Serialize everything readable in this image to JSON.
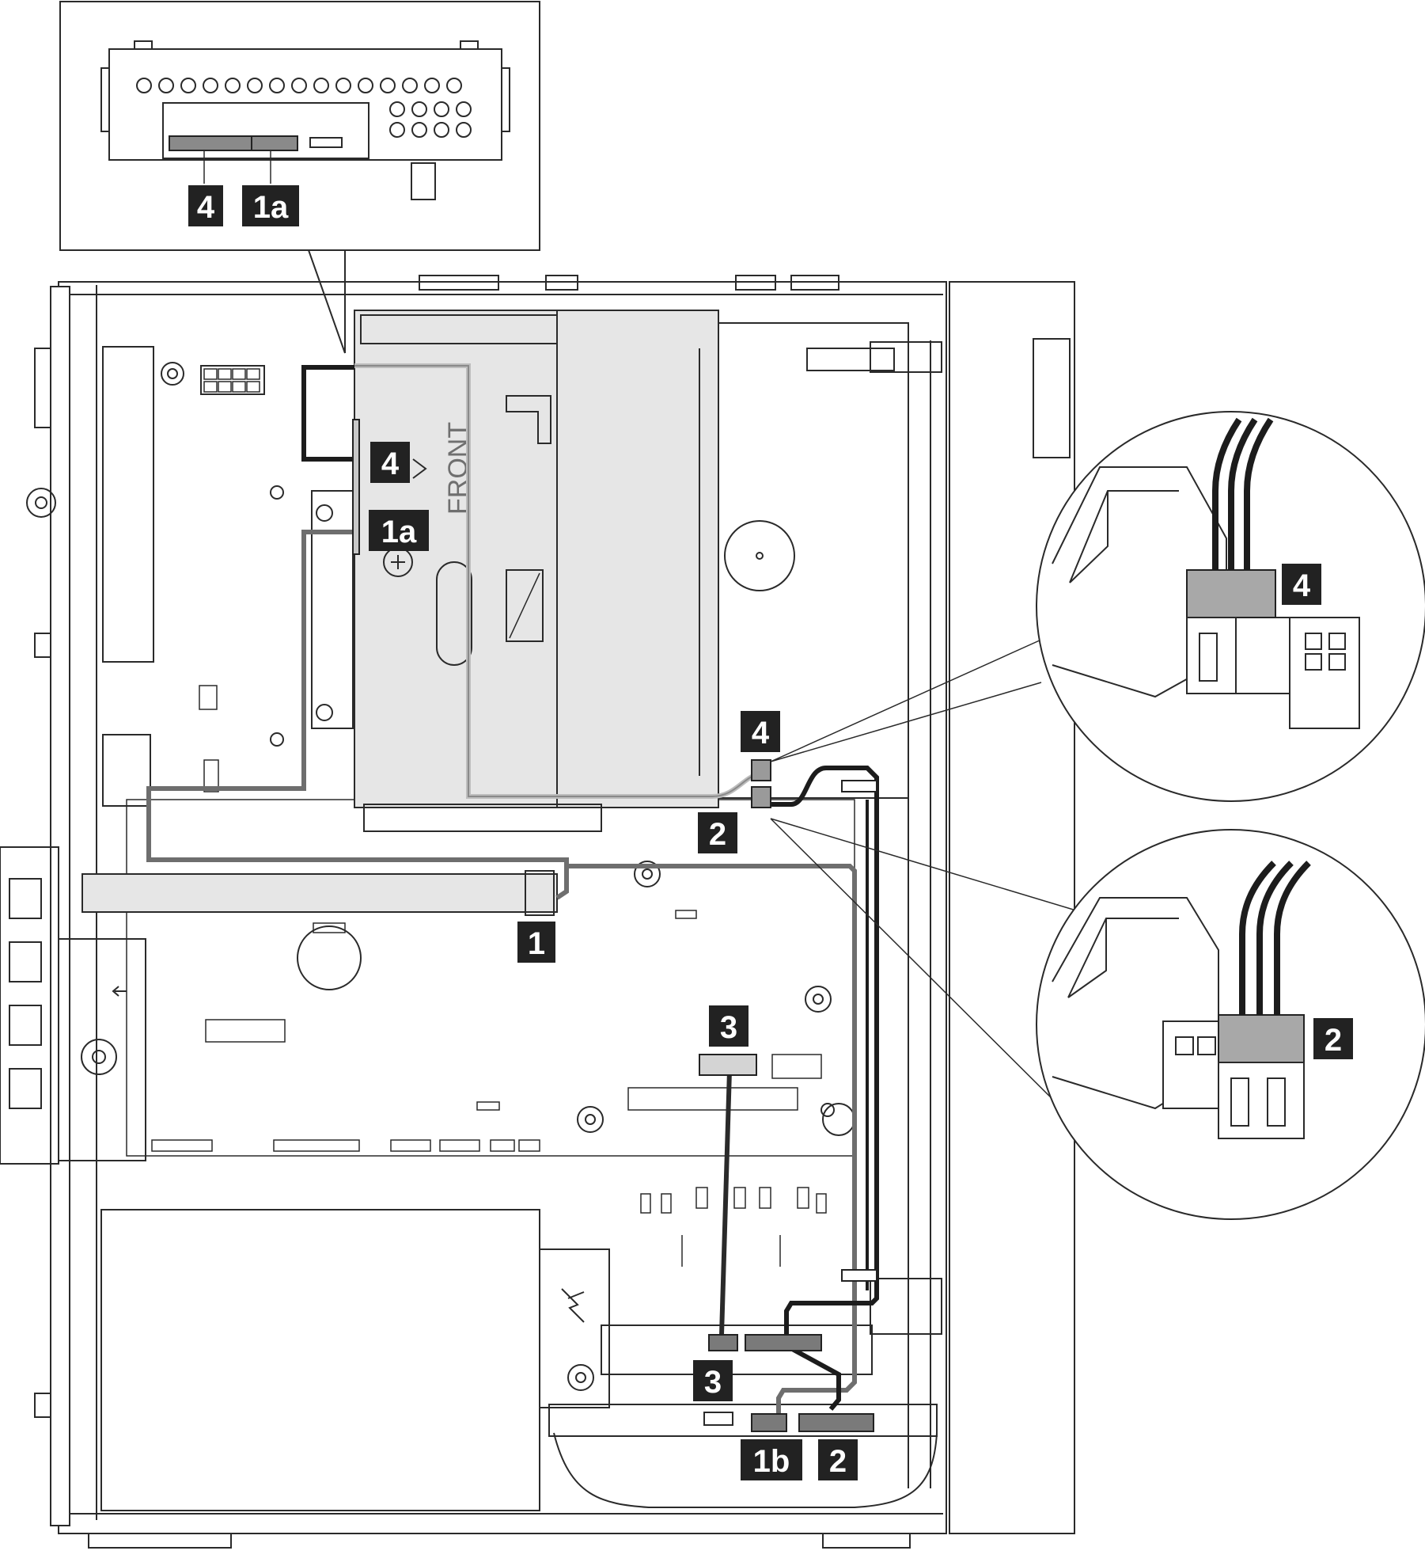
{
  "colors": {
    "callout_bg": "#222222",
    "callout_text": "#ffffff",
    "line": "#2a2a2a",
    "gray_cable": "#6e6e6e",
    "black_cable": "#1c1c1c",
    "light_cable": "#bdbdbd",
    "shaded_part": "#e6e6e6"
  },
  "cage_label": "FRONT",
  "callouts": {
    "inset_top_4": "4",
    "inset_top_1a": "1a",
    "drive_4": "4",
    "drive_1a": "1a",
    "riser_1": "1",
    "psu_4": "4",
    "psu_2": "2",
    "board_3": "3",
    "backplane_3": "3",
    "backplane_1b": "1b",
    "backplane_2": "2",
    "zoom_upper_4": "4",
    "zoom_lower_2": "2"
  }
}
